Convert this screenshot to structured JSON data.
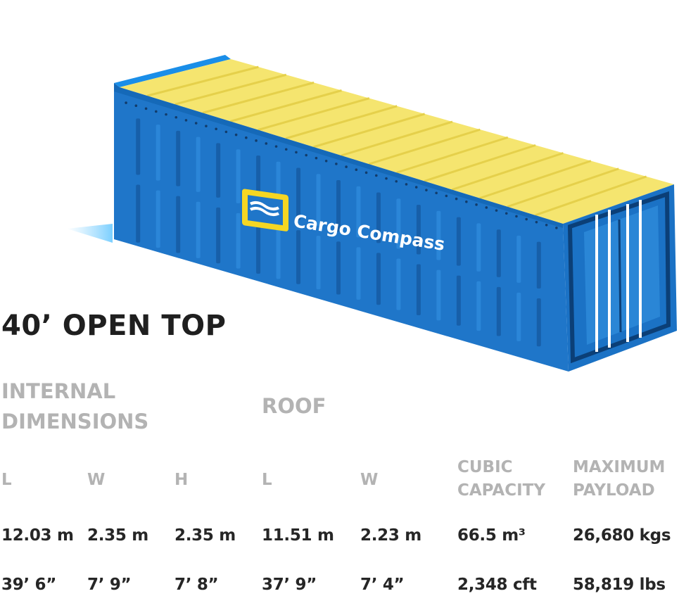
{
  "brand": {
    "name": "Cargo Compass"
  },
  "title": "40’ OPEN TOP",
  "headings": {
    "internal_line1": "INTERNAL",
    "internal_line2": "DIMENSIONS",
    "roof": "ROOF"
  },
  "columns": [
    {
      "label1": "L",
      "label2": "",
      "metric": "12.03 m",
      "imperial": "39’ 6”"
    },
    {
      "label1": "W",
      "label2": "",
      "metric": "2.35 m",
      "imperial": "7’ 9”"
    },
    {
      "label1": "H",
      "label2": "",
      "metric": "2.35 m",
      "imperial": "7’ 8”"
    },
    {
      "label1": "L",
      "label2": "",
      "metric": "11.51 m",
      "imperial": "37’ 9”"
    },
    {
      "label1": "W",
      "label2": "",
      "metric": "2.23 m",
      "imperial": "7’ 4”"
    },
    {
      "label1": "CUBIC",
      "label2": "CAPACITY",
      "metric": "66.5 m³",
      "imperial": "2,348 cft"
    },
    {
      "label1": "MAXIMUM",
      "label2": "PAYLOAD",
      "metric": "26,680 kgs",
      "imperial": "58,819 lbs"
    }
  ],
  "colors": {
    "container_blue": "#1d74c8",
    "container_dark": "#0d4f93",
    "tarp_yellow": "#f4e46a",
    "label_gray": "#b3b3b3",
    "value_dark": "#262626"
  }
}
